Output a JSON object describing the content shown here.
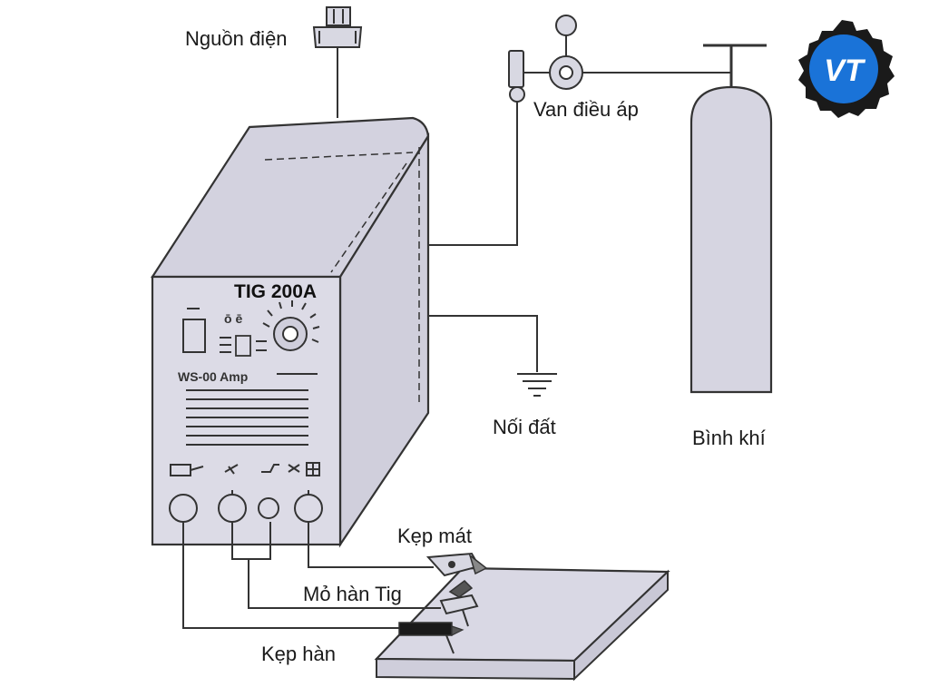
{
  "labels": {
    "power_source": "Nguồn điện",
    "regulator": "Van điều áp",
    "gas_cylinder": "Bình khí",
    "ground": "Nối đất",
    "work_clamp": "Kẹp mát",
    "tig_torch": "Mỏ hàn Tig",
    "electrode_holder": "Kẹp hàn"
  },
  "machine": {
    "model": "TIG 200A",
    "panel_text": "WS-00 Amp"
  },
  "logo": {
    "text": "VT",
    "color": "#1a73d8",
    "gear_color": "#1a1a1a"
  }
}
